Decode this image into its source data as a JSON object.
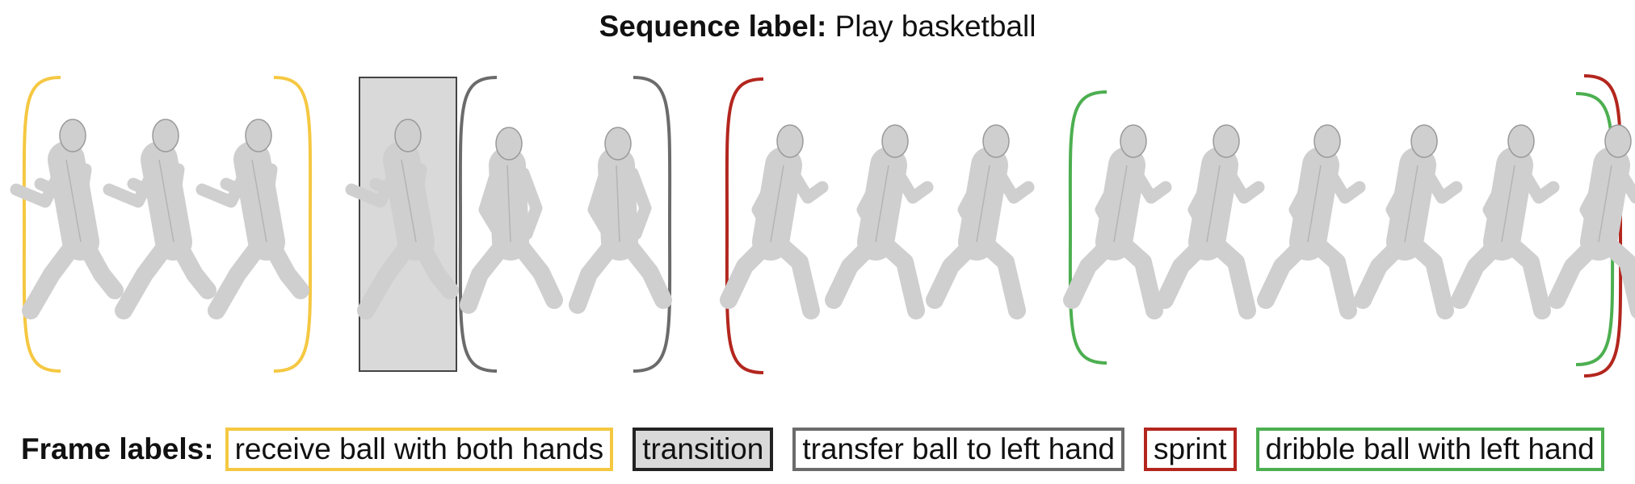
{
  "header": {
    "label_bold": "Sequence label:",
    "label_value": "Play basketball"
  },
  "legend": {
    "title": "Frame labels:",
    "items": [
      {
        "id": "receive",
        "text": "receive ball with both hands",
        "color": "#F5C842",
        "shaded": false
      },
      {
        "id": "transition",
        "text": "transition",
        "color": "#222222",
        "shaded": true
      },
      {
        "id": "transfer",
        "text": "transfer ball to left hand",
        "color": "#6B6B6B",
        "shaded": false
      },
      {
        "id": "sprint",
        "text": "sprint",
        "color": "#B3261E",
        "shaded": false
      },
      {
        "id": "dribble",
        "text": "dribble ball with left hand",
        "color": "#4CAF50",
        "shaded": false
      }
    ]
  },
  "frames": [
    {
      "label": "receive",
      "pose": "guard"
    },
    {
      "label": "receive",
      "pose": "guard"
    },
    {
      "label": "receive",
      "pose": "guard"
    },
    {
      "label": "transition",
      "pose": "guard"
    },
    {
      "label": "transfer",
      "pose": "crouch"
    },
    {
      "label": "transfer",
      "pose": "crouch"
    },
    {
      "label": "sprint",
      "pose": "run"
    },
    {
      "label": "sprint",
      "pose": "run"
    },
    {
      "label": "sprint",
      "pose": "run"
    },
    {
      "label": "dribble",
      "pose": "run"
    },
    {
      "label": "dribble",
      "pose": "run"
    },
    {
      "label": "dribble",
      "pose": "run"
    },
    {
      "label": "dribble",
      "pose": "run"
    },
    {
      "label": "dribble",
      "pose": "run"
    },
    {
      "label": "dribble",
      "pose": "run"
    }
  ]
}
